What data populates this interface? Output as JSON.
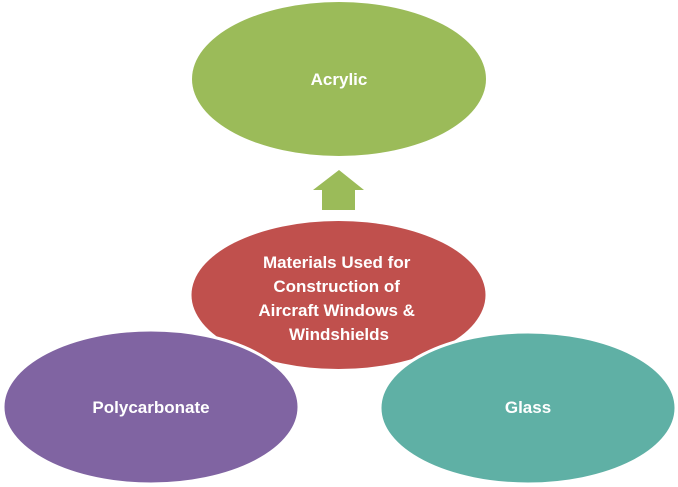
{
  "diagram": {
    "center": {
      "lines": [
        "Materials Used for",
        "Construction of",
        "Aircraft Windows &",
        "Windshields"
      ],
      "color": "#c0504d"
    },
    "nodes": [
      {
        "label": "Acrylic",
        "color": "#9bbb59"
      },
      {
        "label": "Polycarbonate",
        "color": "#8064a2"
      },
      {
        "label": "Glass",
        "color": "#5fb0a5"
      }
    ]
  }
}
